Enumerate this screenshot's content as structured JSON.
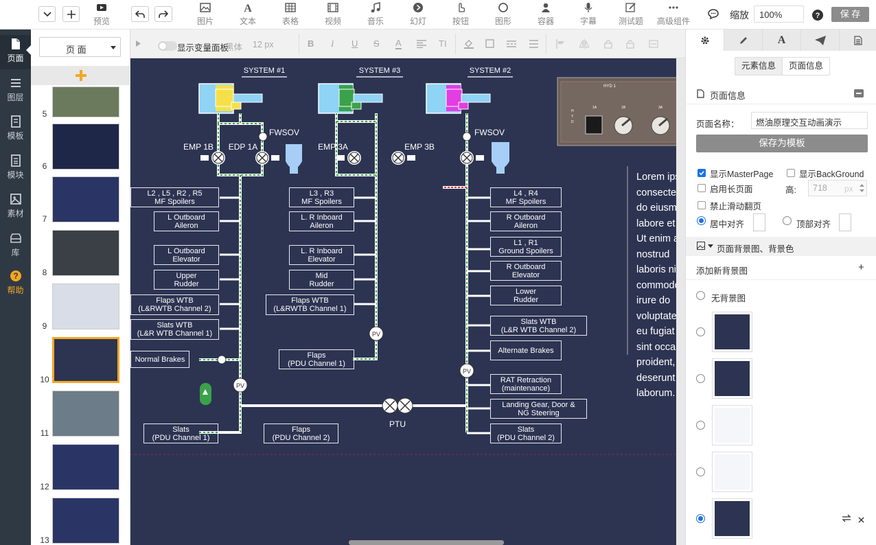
{
  "toolbar": {
    "preview": "预览",
    "insert": [
      {
        "icon": "image-icon",
        "label": "图片"
      },
      {
        "icon": "text-icon",
        "label": "文本"
      },
      {
        "icon": "table-icon",
        "label": "表格"
      },
      {
        "icon": "video-icon",
        "label": "视频"
      },
      {
        "icon": "music-icon",
        "label": "音乐"
      },
      {
        "icon": "slideshow-icon",
        "label": "幻灯"
      },
      {
        "icon": "button-icon",
        "label": "按钮"
      },
      {
        "icon": "shape-icon",
        "label": "图形"
      },
      {
        "icon": "container-icon",
        "label": "容器"
      },
      {
        "icon": "subtitle-icon",
        "label": "字幕"
      },
      {
        "icon": "quiz-icon",
        "label": "测试题"
      },
      {
        "icon": "more-icon",
        "label": "高级组件"
      }
    ],
    "zoom_label": "缩放",
    "zoom_value": "100%",
    "save": "保 存"
  },
  "nav": [
    {
      "icon": "page-icon",
      "label": "页面"
    },
    {
      "icon": "layers-icon",
      "label": "图层"
    },
    {
      "icon": "template-icon",
      "label": "模板"
    },
    {
      "icon": "module-icon",
      "label": "模块"
    },
    {
      "icon": "assets-icon",
      "label": "素材"
    },
    {
      "icon": "library-icon",
      "label": "库"
    },
    {
      "icon": "help-icon",
      "label": "帮助"
    }
  ],
  "pagepanel": {
    "select": "页 面",
    "pages": [
      "5",
      "6",
      "7",
      "8",
      "9",
      "10",
      "11",
      "12",
      "13"
    ],
    "selected": "10"
  },
  "format": {
    "variable_toggle": "显示变量面板",
    "font": "黑体",
    "size": "12 px"
  },
  "diagram": {
    "systems": [
      "SYSTEM #1",
      "SYSTEM #3",
      "SYSTEM #2"
    ],
    "pumps": [
      "EMP 1B",
      "EDP 1A",
      "EMP 3A",
      "EMP 3B"
    ],
    "fwsov": "FWSOV",
    "pv": "PV",
    "ptu": "PTU",
    "panel": {
      "hyd": "HYD 1",
      "sw1": "1A",
      "sw2": "1B",
      "sw3": "3A"
    },
    "boxes": [
      [
        "L2 , L5 , R2 , R5",
        "MF Spoilers"
      ],
      [
        "L Outboard",
        "Aileron"
      ],
      [
        "L Outboard",
        "Elevator"
      ],
      [
        "Upper",
        "Rudder"
      ],
      [
        "Flaps WTB",
        "(L&RWTB Channel 2)"
      ],
      [
        "Slats WTB",
        "(L&R WTB Channel 1)"
      ],
      [
        "Normal Brakes",
        ""
      ],
      [
        "Slats",
        "(PDU Channel 1)"
      ],
      [
        "Flaps",
        "(PDU Channel 2)"
      ],
      [
        "L3 , R3",
        "MF Spoilers"
      ],
      [
        "L. R Inboard",
        "Aileron"
      ],
      [
        "L. R Inboard",
        "Elevator"
      ],
      [
        "Mid",
        "Rudder"
      ],
      [
        "Flaps WTB",
        "(L&RWTB Channel 1)"
      ],
      [
        "Flaps",
        "(PDU Channel 1)"
      ],
      [
        "L4 , R4",
        "MF Spoilers"
      ],
      [
        "R Outboard",
        "Aileron"
      ],
      [
        "L1 , R1",
        "Ground Spoilers"
      ],
      [
        "R Outboard",
        "Elevator"
      ],
      [
        "Lower",
        "Rudder"
      ],
      [
        "Slats WTB",
        "(L&R WTB Channel 2)"
      ],
      [
        "Alternate Brakes",
        ""
      ],
      [
        "RAT Retraction",
        "(maintenance)"
      ],
      [
        "Landing Gear, Door &",
        "NG Steering"
      ],
      [
        "Slats",
        "(PDU Channel 2)"
      ]
    ],
    "lorem": [
      "Lorem ips",
      "consectetu",
      "do eiusmo",
      "labore et",
      "Ut enim a",
      "nostrud",
      "laboris ni",
      "commodo",
      "irure do",
      "voluptate",
      "eu fugiat",
      "sint occa",
      "proident, s",
      "deserunt",
      "laborum."
    ]
  },
  "right": {
    "tab_element": "元素信息",
    "tab_page": "页面信息",
    "section": "页面信息",
    "name_label": "页面名称：",
    "name_value": "燃油原理交互动画演示",
    "save_template": "保存为模板",
    "show_master": "显示MasterPage",
    "show_bg": "显示BackGround",
    "long_page": "启用长页面",
    "height_label": "高:",
    "height_value": "718",
    "height_unit": "px",
    "no_swipe": "禁止滑动翻页",
    "align_center": "居中对齐",
    "align_top": "顶部对齐",
    "bg_section": "页面背景图、背景色",
    "add_bg": "添加新背景图",
    "add_plus": "+",
    "no_bg": "无背景图"
  }
}
